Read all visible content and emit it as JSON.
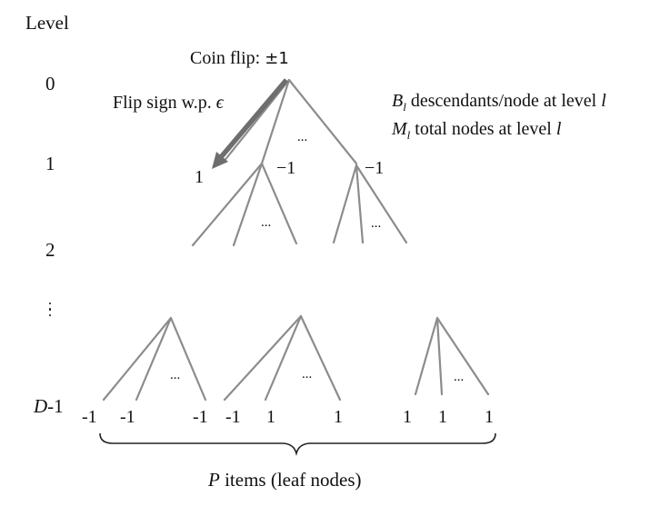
{
  "levels": {
    "header": "Level",
    "l0": "0",
    "l1": "1",
    "l2": "2",
    "l_last": "-1",
    "l_last_symbol": "D"
  },
  "root": {
    "coin_label": "Coin flip: ",
    "coin_value": "±1",
    "flip_label": "Flip sign w.p. ",
    "flip_symbol": "ϵ"
  },
  "legend": {
    "line1_symbol": "B",
    "line1_sub": "l",
    "line1_text": " descendants/node at level ",
    "line1_var": "l",
    "line2_symbol": "M",
    "line2_sub": "l",
    "line2_text": " total nodes at level ",
    "line2_var": "l"
  },
  "level1_values": [
    "1",
    "−1",
    "−1"
  ],
  "ellipsis": "...",
  "leaves": [
    "-1",
    "-1",
    "-1",
    "-1",
    "1",
    "1",
    "1",
    "1",
    "1"
  ],
  "caption": {
    "symbol": "P",
    "text": " items (leaf nodes)"
  },
  "colors": {
    "edge": "#8c8c8c",
    "arrow": "#6e6e6e",
    "text": "#111111"
  }
}
